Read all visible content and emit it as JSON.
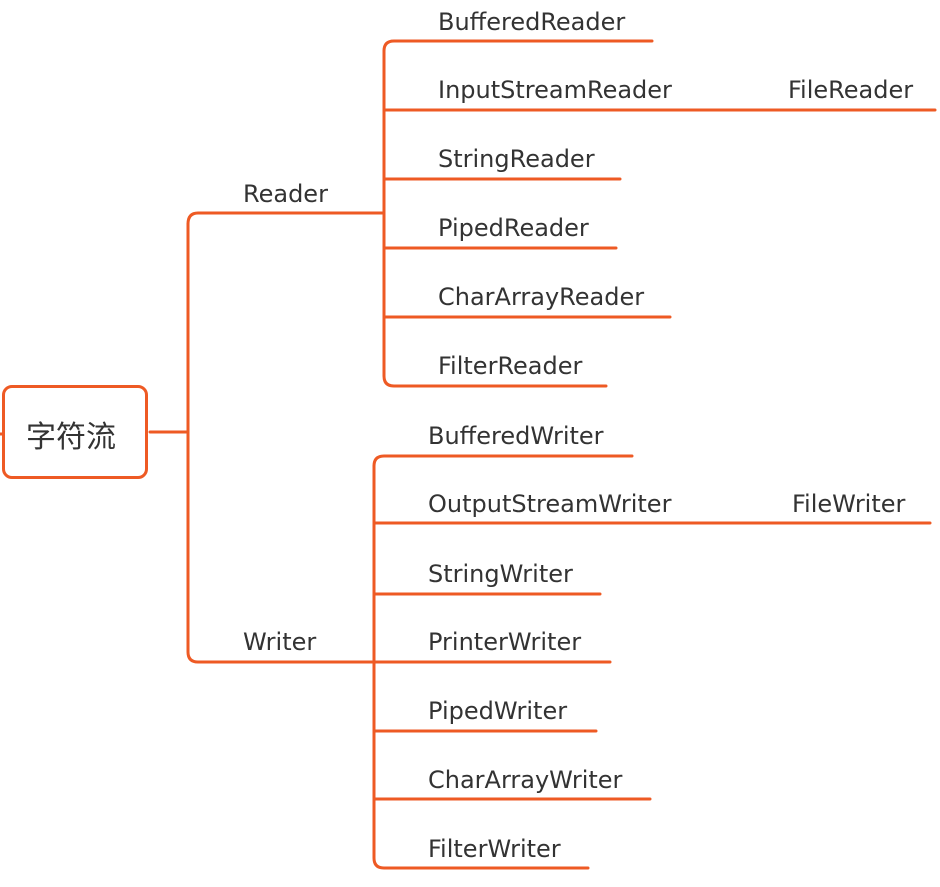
{
  "accent_color": "#ee5a24",
  "root": {
    "label": "字符流"
  },
  "reader": {
    "label": "Reader",
    "children": [
      {
        "label": "BufferedReader"
      },
      {
        "label": "InputStreamReader",
        "child": "FileReader"
      },
      {
        "label": "StringReader"
      },
      {
        "label": "PipedReader"
      },
      {
        "label": "CharArrayReader"
      },
      {
        "label": "FilterReader"
      }
    ]
  },
  "writer": {
    "label": "Writer",
    "children": [
      {
        "label": "BufferedWriter"
      },
      {
        "label": "OutputStreamWriter",
        "child": "FileWriter"
      },
      {
        "label": "StringWriter"
      },
      {
        "label": "PrinterWriter"
      },
      {
        "label": "PipedWriter"
      },
      {
        "label": "CharArrayWriter"
      },
      {
        "label": "FilterWriter"
      }
    ]
  }
}
